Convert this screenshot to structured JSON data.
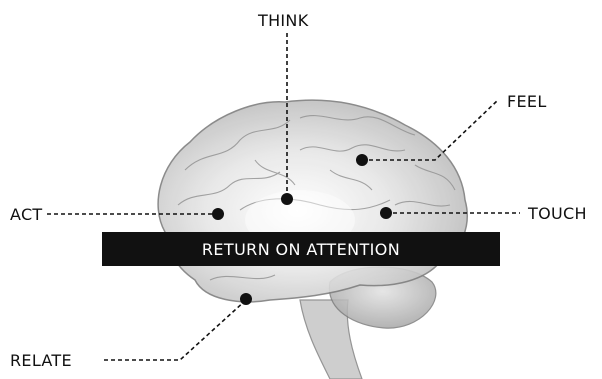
{
  "banner": {
    "text": "RETURN ON ATTENTION"
  },
  "labels": {
    "think": "THINK",
    "feel": "FEEL",
    "act": "ACT",
    "touch": "TOUCH",
    "relate": "RELATE"
  },
  "colors": {
    "ink": "#111111",
    "background": "#ffffff",
    "brain_fill": "#d6d6d6",
    "brain_outline": "#8a8a8a"
  },
  "illustration": "translucent-brain-side-view"
}
